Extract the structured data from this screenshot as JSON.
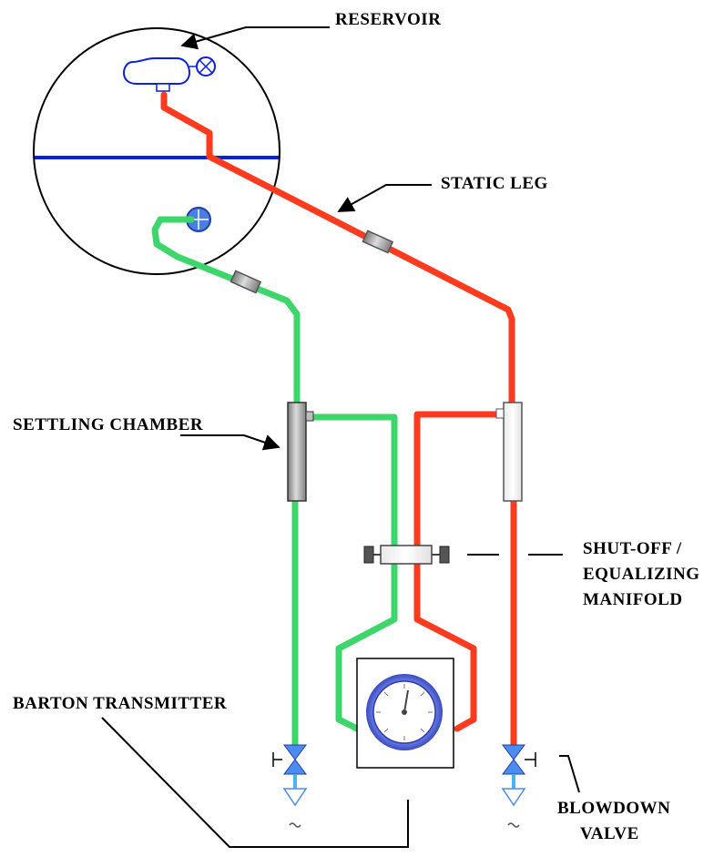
{
  "labels": {
    "reservoir": "RESERVOIR",
    "static_leg": "STATIC LEG",
    "settling_chamber": "SETTLING CHAMBER",
    "manifold_line1": "SHUT-OFF /",
    "manifold_line2": "EQUALIZING",
    "manifold_line3": "MANIFOLD",
    "barton_transmitter": "BARTON TRANSMITTER",
    "blowdown_line1": "BLOWDOWN",
    "blowdown_line2": "VALVE"
  },
  "colors": {
    "high_side_line": "#ff3b1f",
    "low_side_line": "#3cd66a",
    "liquid_level": "#0a1fdc",
    "valve": "#4a8cf0"
  }
}
